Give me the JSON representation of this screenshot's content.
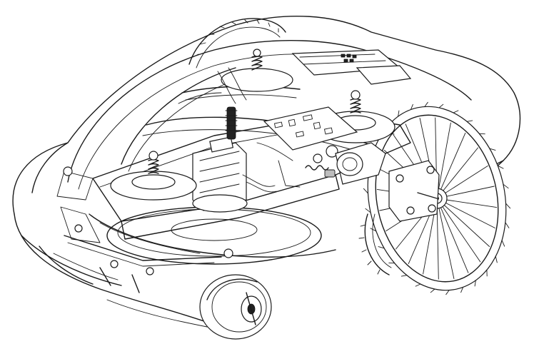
{
  "figure": {
    "subject": "",
    "colors": {
      "line": "#1a1a1a",
      "background": "#ffffff",
      "shade": "#bdbdbd"
    }
  },
  "components": [
    {
      "id": "outer-shell",
      "kind": "body-shell"
    },
    {
      "id": "transparent-top-cover",
      "kind": "cover"
    },
    {
      "id": "rear-drive-wheel",
      "kind": "wheel",
      "spokes": 24
    },
    {
      "id": "rear-left-wheel",
      "kind": "wheel"
    },
    {
      "id": "front-wheel",
      "kind": "wheel"
    },
    {
      "id": "drive-motor",
      "kind": "motor"
    },
    {
      "id": "cutting-motor",
      "kind": "motor"
    },
    {
      "id": "control-panel",
      "kind": "panel"
    },
    {
      "id": "cutting-disc",
      "kind": "blade-disc"
    },
    {
      "id": "spring-mount-left",
      "kind": "spring"
    },
    {
      "id": "spring-mount-right",
      "kind": "spring"
    },
    {
      "id": "spring-mount-top",
      "kind": "spring"
    },
    {
      "id": "circuit-board",
      "kind": "pcb"
    }
  ]
}
